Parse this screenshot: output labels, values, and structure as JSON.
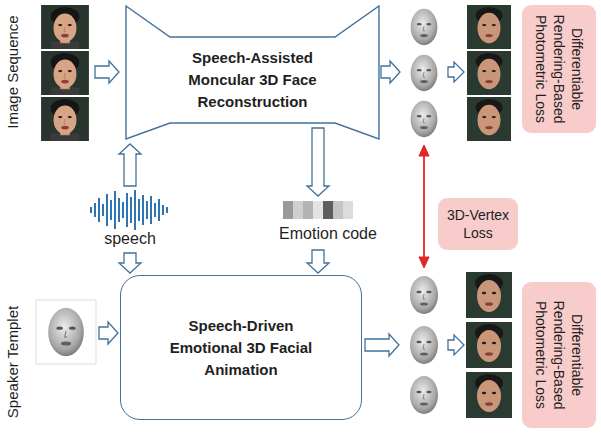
{
  "diagram": {
    "nodes": [
      {
        "text": [
          "Speech-Assisted Moncular 3D Face Reconstruction"
        ]
      },
      {
        "text": [
          "Differentiable Rendering-Based Photometric Loss"
        ]
      },
      {
        "text": [
          "3D-Vertex Loss"
        ]
      },
      {
        "text": [
          "Speech-Driven Emotional 3D Facial Animation"
        ]
      },
      {
        "text": [
          "Differentiable Rendering-Based Photometric Loss"
        ]
      }
    ],
    "labels": [
      "Image Sequence",
      "speech",
      "Emotion code",
      "Speaker Templet"
    ]
  }
}
